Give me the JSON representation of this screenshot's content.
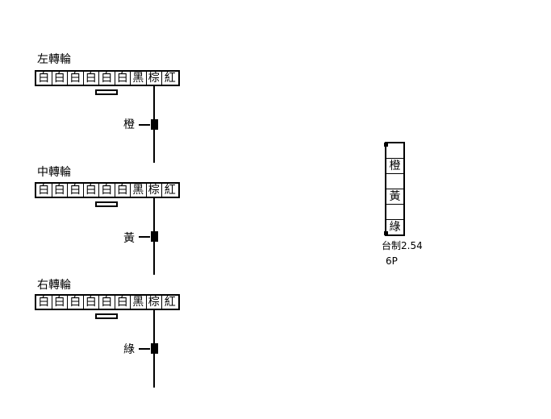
{
  "groups": [
    {
      "title": "左轉輪",
      "cells": [
        "白",
        "白",
        "白",
        "白",
        "白",
        "白",
        "黑",
        "棕",
        "紅"
      ],
      "wire_label": "橙"
    },
    {
      "title": "中轉輪",
      "cells": [
        "白",
        "白",
        "白",
        "白",
        "白",
        "白",
        "黑",
        "棕",
        "紅"
      ],
      "wire_label": "黃"
    },
    {
      "title": "右轉輪",
      "cells": [
        "白",
        "白",
        "白",
        "白",
        "白",
        "白",
        "黑",
        "棕",
        "紅"
      ],
      "wire_label": "綠"
    }
  ],
  "connector": {
    "pins": [
      "",
      "橙",
      "",
      "黃",
      "",
      "綠"
    ],
    "label_line1": "台制2.54",
    "label_line2": "6P"
  }
}
